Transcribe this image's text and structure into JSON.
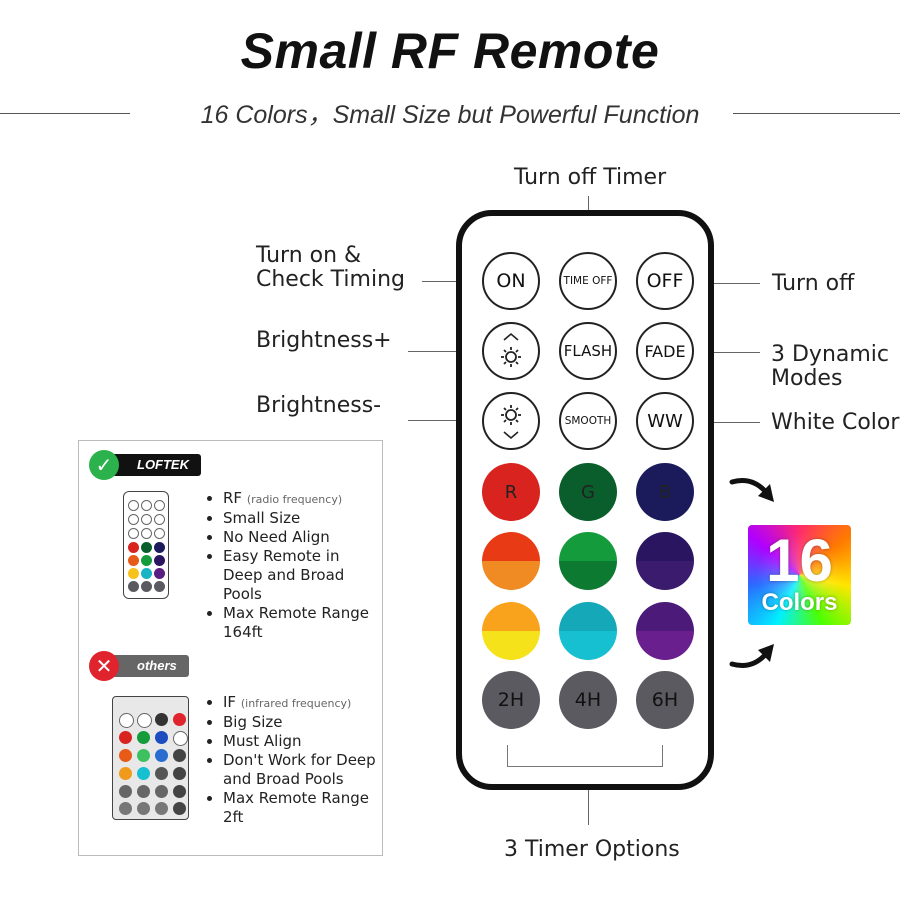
{
  "header": {
    "title": "Small RF Remote",
    "subtitle": "16 Colors，Small Size but Powerful Function"
  },
  "callouts": {
    "turn_off_timer": "Turn off Timer",
    "turn_on_line1": "Turn on &",
    "turn_on_line2": "Check Timing",
    "turn_off": "Turn off",
    "brightness_plus": "Brightness+",
    "dynamic_line1": "3 Dynamic",
    "dynamic_line2": "Modes",
    "brightness_minus": "Brightness-",
    "white_color": "White Color",
    "timer_options": "3 Timer Options"
  },
  "remote": {
    "on": "ON",
    "time_off": "TIME OFF",
    "off": "OFF",
    "flash": "FLASH",
    "fade": "FADE",
    "smooth": "SMOOTH",
    "ww": "WW",
    "r": "R",
    "g": "G",
    "b": "B",
    "t2": "2H",
    "t4": "4H",
    "t6": "6H"
  },
  "badge16": {
    "number": "16",
    "label": "Colors"
  },
  "comparison": {
    "loftek": {
      "brand": "LOFTEK",
      "type": "RF",
      "type_note": "(radio frequency)",
      "features": [
        "Small Size",
        "No Need Align",
        "Easy Remote in Deep and Broad Pools",
        "Max Remote Range 164ft"
      ]
    },
    "others": {
      "brand": "others",
      "type": "IF",
      "type_note": "(infrared frequency)",
      "features": [
        "Big Size",
        "Must Align",
        "Don't Work for Deep and Broad Pools",
        "Max Remote Range 2ft"
      ]
    }
  },
  "colors": {
    "red": "#d9231f",
    "green": "#0a5e2c",
    "blue": "#1b1b5c",
    "orange_top": "#e83a14",
    "orange_bottom": "#f08a22",
    "green2_top": "#149c3c",
    "green2_bottom": "#0d7a32",
    "violet_top": "#2a1560",
    "violet_bottom": "#3a1b6e",
    "amber_top": "#f9a21b",
    "amber_bottom": "#f6e21b",
    "cyan_top": "#14a8b8",
    "cyan_bottom": "#17c0d0",
    "purple_top": "#4c1b7a",
    "purple_bottom": "#6a1f8e",
    "loftek_badge": "#111111",
    "check": "#2bb24c",
    "others_badge": "#666666",
    "cross": "#e0242e"
  }
}
